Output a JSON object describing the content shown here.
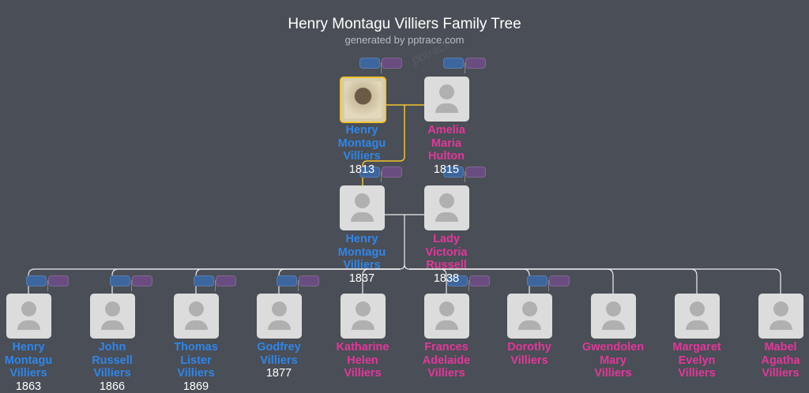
{
  "header": {
    "title": "Henry Montagu Villiers Family Tree",
    "subtitle": "generated by pptrace.com",
    "watermark": "pptrace"
  },
  "colors": {
    "male": "#2f86e8",
    "female": "#e2379a",
    "selected": "#f2c230",
    "background": "#4a4e56"
  },
  "people": [
    {
      "name": "Henry Montagu Villiers",
      "year": "1813",
      "gender": "m",
      "selected": true,
      "photo": true
    },
    {
      "name": "Amelia Maria Hulton",
      "year": "1815",
      "gender": "f"
    },
    {
      "name": "Henry Montagu Villiers",
      "year": "1837",
      "gender": "m"
    },
    {
      "name": "Lady Victoria Russell",
      "year": "1838",
      "gender": "f"
    },
    {
      "name": "Henry Montagu Villiers",
      "year": "1863",
      "gender": "m"
    },
    {
      "name": "John Russell Villiers",
      "year": "1866",
      "gender": "m"
    },
    {
      "name": "Thomas Lister Villiers",
      "year": "1869",
      "gender": "m"
    },
    {
      "name": "Godfrey Villiers",
      "year": "1877",
      "gender": "m"
    },
    {
      "name": "Katharine Helen Villiers",
      "year": "",
      "gender": "f"
    },
    {
      "name": "Frances Adelaide Villiers",
      "year": "",
      "gender": "f"
    },
    {
      "name": "Dorothy Villiers",
      "year": "",
      "gender": "f"
    },
    {
      "name": "Gwendolen Mary Villiers",
      "year": "",
      "gender": "f"
    },
    {
      "name": "Margaret Evelyn Villiers",
      "year": "",
      "gender": "f"
    },
    {
      "name": "Mabel Agatha Villiers",
      "year": "",
      "gender": "f"
    }
  ]
}
